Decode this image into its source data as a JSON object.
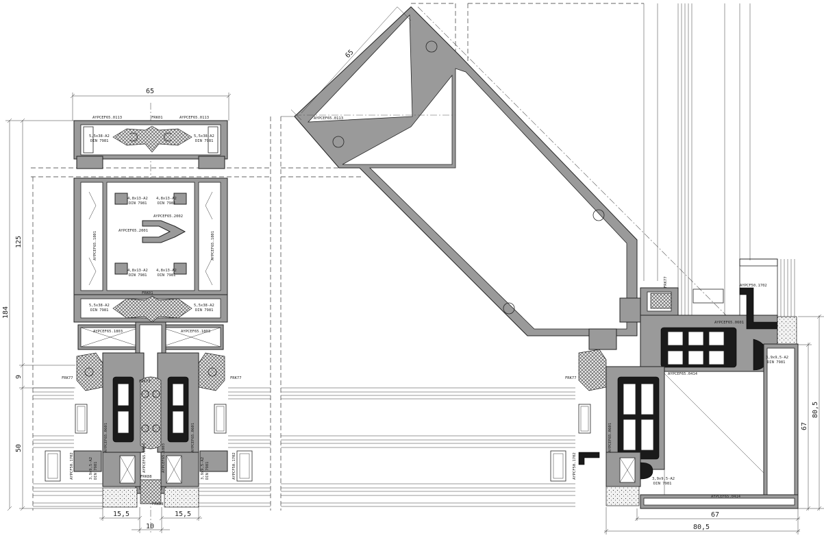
{
  "dimensions": {
    "top_width": "65",
    "height_total": "184",
    "height_upper": "125",
    "height_gap": "9",
    "height_lower": "50",
    "bottom_left": "15,5",
    "bottom_center": "10",
    "bottom_right": "15,5",
    "diag_width": "65",
    "right_vertical_inner": "67",
    "right_vertical_outer": "80,5",
    "right_bottom_inner": "67",
    "right_bottom_outer": "80,5"
  },
  "labels": {
    "cap_left": "AYPCEF65.0113",
    "cap_right": "AYPCEF65.0113",
    "cap_center": "FRK01",
    "screw_30_left": "5,5x38-A2",
    "screw_30_left_din": "DIN 7981",
    "screw_30_right": "5,5x38-A2",
    "screw_30_right_din": "DIN 7981",
    "mullion_left_vert": "AYPCEF65.1801",
    "mullion_right_vert": "AYPCEF65.1801",
    "screw_13_tl": "4,8x13-A2",
    "screw_13_tl_din": "DIN 7981",
    "screw_13_tr": "4,8x13-A2",
    "screw_13_tr_din": "DIN 7981",
    "screw_13_bl": "4,8x13-A2",
    "screw_13_bl_din": "DIN 7981",
    "screw_13_br": "4,8x13-A2",
    "screw_13_br_din": "DIN 7981",
    "connector_top": "AYPCEF65.2002",
    "connector_bottom": "AYPCEF65.2001",
    "frk01_mid": "FRK01",
    "screw_mid_left": "5,5x38-A2",
    "screw_mid_left_din": "DIN 7981",
    "screw_mid_right": "5,5x38-A2",
    "screw_mid_right_din": "DIN 7981",
    "insert_left": "AYPCEF65.1803",
    "insert_right": "AYPCEF65.1803",
    "frk77_left": "FRK77",
    "frk77_right": "FRK77",
    "frk73": "FRK73",
    "sash_left_vert": "AYPCEF65.0601",
    "sash_right_vert": "AYPCEF65.0601",
    "bead_left_vert": "AYPCF50.1702",
    "bead_right_vert": "AYPCF50.1702",
    "screw_39_left": "3,9x9,5-A2",
    "screw_39_left_din": "DIN 7981",
    "screw_39_right": "3,9x9,5-A2",
    "screw_39_right_din": "DIN 7981",
    "frk88_top": "FRK88",
    "frk88_bottom": "FRK88",
    "profile_1803_vert_left": "AYPCEF65.1803",
    "profile_1803_vert_right": "AYPCEF65.1803",
    "diag_cap": "AYPCEF65.0113",
    "frk77_corner_top": "FRK77",
    "frk77_corner_left": "FRK77",
    "bead_corner": "AYPCF50.1702",
    "sash_corner_top": "AYPCEF65.0601",
    "frame_corner": "AYPCEF65.0414",
    "screw_corner_right": "3,9x9,5-A2",
    "screw_corner_right_din": "DIN 7981",
    "sash_corner_vert": "AYPCEF65.0601",
    "bead_corner_vert": "AYPCF50.1702",
    "screw_corner_bottom": "3,9x9,5-A2",
    "screw_corner_bottom_din": "DIN 7981",
    "frame_corner_bottom": "AYPCEF65.0414"
  }
}
